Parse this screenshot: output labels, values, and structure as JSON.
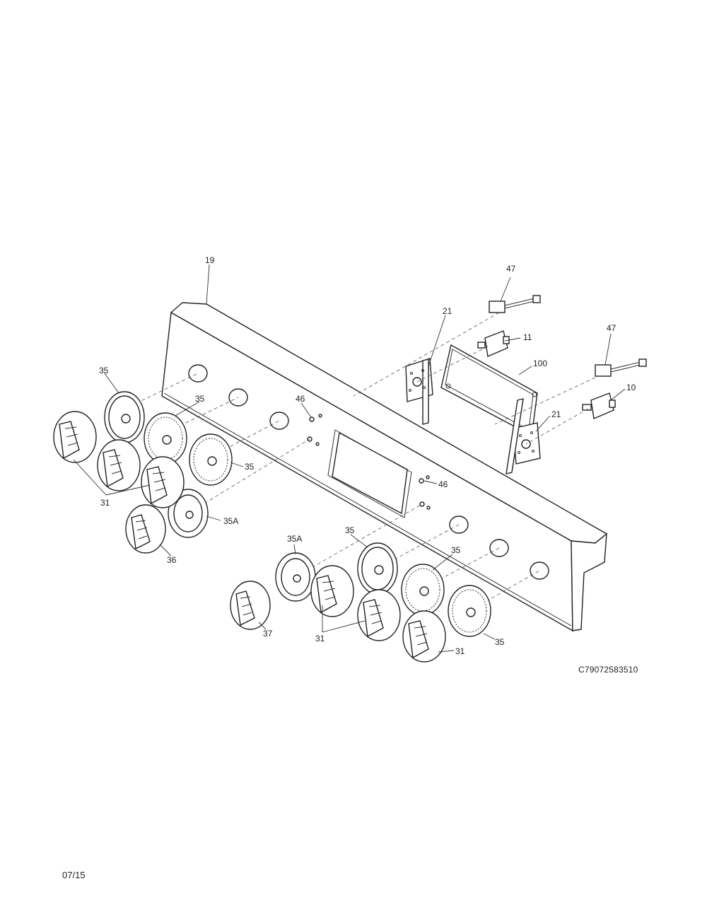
{
  "diagram": {
    "labels": {
      "panel": "19",
      "bracket_top": "21",
      "bracket_right": "21",
      "wire_top": "47",
      "wire_right": "47",
      "switch_11": "11",
      "board_100": "100",
      "switch_10": "10",
      "screw_top": "46",
      "screw_mid": "46",
      "bezel_1": "35",
      "bezel_2": "35",
      "bezel_3": "35",
      "bezel_a_left": "35A",
      "knobs_left": "31",
      "knob_36": "36",
      "bezel_a_bottom": "35A",
      "bezel_4": "35",
      "bezel_5": "35",
      "knob_37": "37",
      "knobs_bottom": "31",
      "knobs_right": "31",
      "bezel_6": "35"
    }
  },
  "footer": {
    "drawing_code": "C79072583510",
    "date": "07/15"
  }
}
